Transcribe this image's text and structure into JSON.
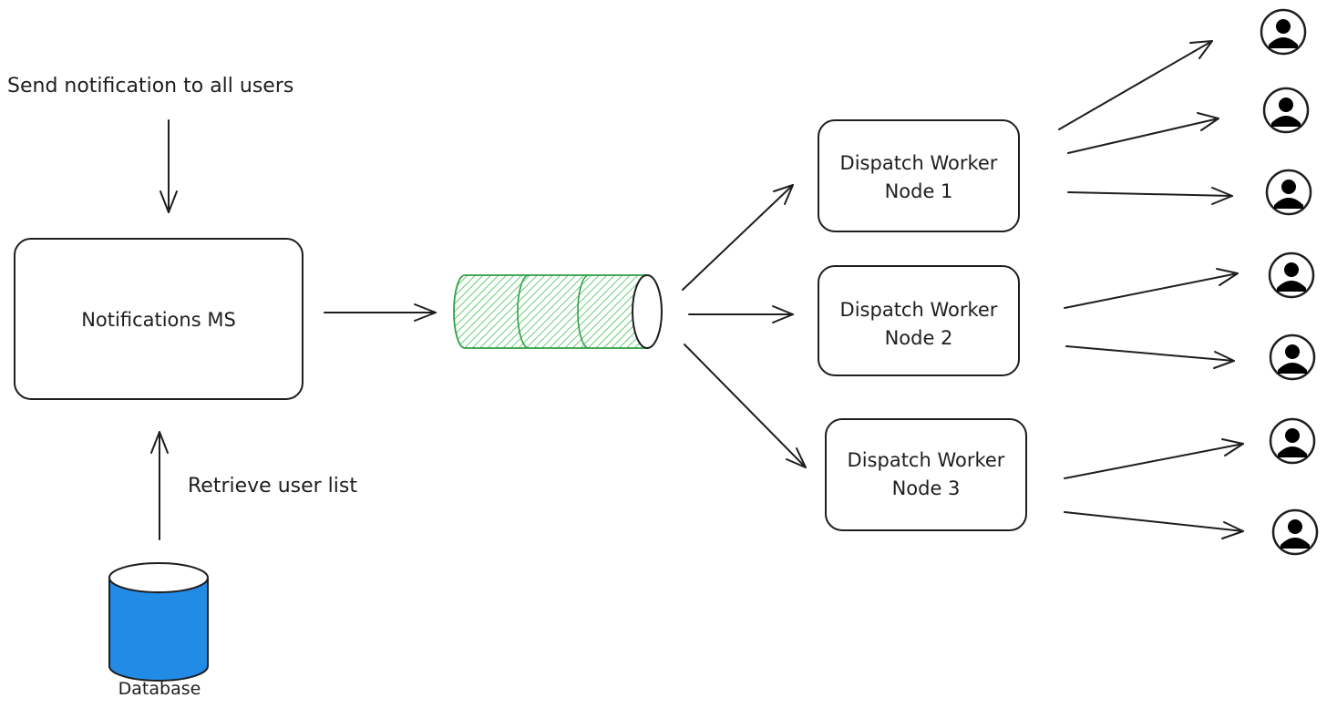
{
  "labels": {
    "send_notification": "Send notification to all users",
    "retrieve_user_list": "Retrieve user list",
    "database": "Database"
  },
  "nodes": {
    "notifications_ms": "Notifications MS",
    "worker_1": {
      "line1": "Dispatch Worker",
      "line2": "Node 1"
    },
    "worker_2": {
      "line1": "Dispatch Worker",
      "line2": "Node 2"
    },
    "worker_3": {
      "line1": "Dispatch Worker",
      "line2": "Node 3"
    }
  },
  "icons": {
    "user": "user-avatar-icon",
    "database": "database-cylinder-icon",
    "queue": "message-queue-icon"
  },
  "colors": {
    "ink": "#1e1e1e",
    "database_fill": "#228be6",
    "queue_stroke": "#2f9e44",
    "queue_hatch": "#40c057"
  }
}
